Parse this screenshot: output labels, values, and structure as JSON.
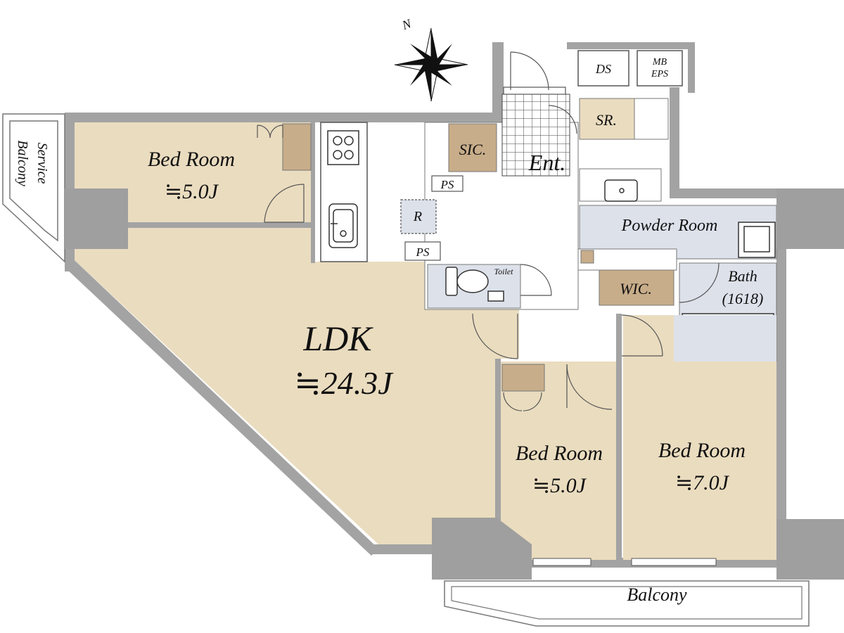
{
  "colors": {
    "room": "#eadcbf",
    "room_dark": "#c8ad8a",
    "wet": "#dde1ea",
    "wall": "#a3a3a3",
    "column": "#9f9f9f",
    "tile_line": "#444444",
    "text": "#111111"
  },
  "compass": {
    "label": "N"
  },
  "labels": {
    "bed1": {
      "name": "Bed Room",
      "size": "≒5.0J"
    },
    "bed2": {
      "name": "Bed Room",
      "size": "≒5.0J"
    },
    "bed3": {
      "name": "Bed Room",
      "size": "≒7.0J"
    },
    "ldk": {
      "name": "LDK",
      "size": "≒24.3J"
    },
    "sic": "SIC.",
    "ent": "Ent.",
    "sr": "SR.",
    "ds": "DS",
    "mbeps": {
      "line1": "MB",
      "line2": "EPS"
    },
    "ps1": "PS",
    "ps2": "PS",
    "r": "R",
    "toilet": "Toilet",
    "powder": "Powder Room",
    "wic": "WIC.",
    "bath": {
      "line1": "Bath",
      "line2": "(1618)"
    },
    "service_balcony": {
      "line1": "Service",
      "line2": "Balcony"
    },
    "balcony": "Balcony"
  }
}
